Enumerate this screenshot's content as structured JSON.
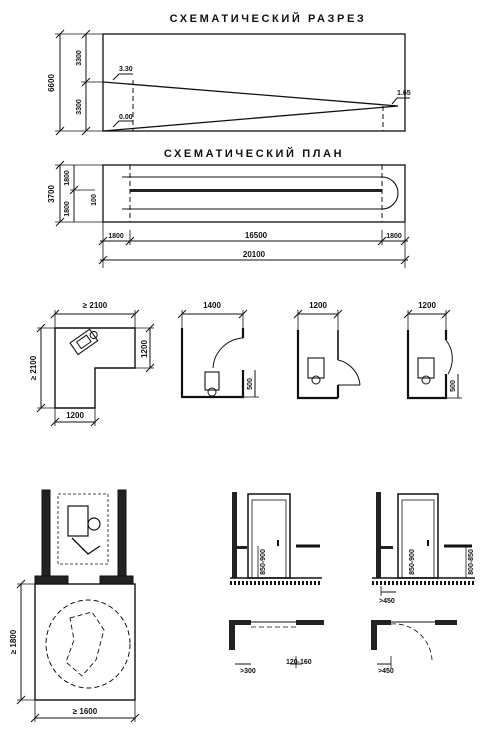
{
  "section": {
    "title": "СХЕМАТИЧЕСКИЙ РАЗРЕЗ",
    "height_total": "6600",
    "height_upper": "3300",
    "height_lower": "3300",
    "level_top": "3.30",
    "level_bottom": "0.00",
    "level_landing": "1.65"
  },
  "plan": {
    "title": "СХЕМАТИЧЕСКИЙ ПЛАН",
    "width_total": "3700",
    "width_lane_a": "1800",
    "width_lane_b": "1800",
    "width_divider": "100",
    "len_start": "1800",
    "len_ramp": "16500",
    "len_end": "1800",
    "len_total": "20100"
  },
  "turning_areas": {
    "corner_width": "≥ 2100",
    "corner_height": "≥ 2100",
    "corner_arm_height": "1200",
    "corner_arm_width": "1200",
    "deadend_width": "1400",
    "deadend_offset": "500",
    "door_in_width": "1200",
    "door_out_width": "1200",
    "door_out_offset": "500"
  },
  "vestibule": {
    "width": "≥ 1600",
    "depth": "≥ 1800"
  },
  "door_details": {
    "handle_height_a": "850-900",
    "handle_height_b": "850-900",
    "rail_height": "800-850",
    "clearance_a": ">300",
    "frame_depth": "120-160",
    "clearance_b": ">450",
    "clearance_c": ">450"
  }
}
